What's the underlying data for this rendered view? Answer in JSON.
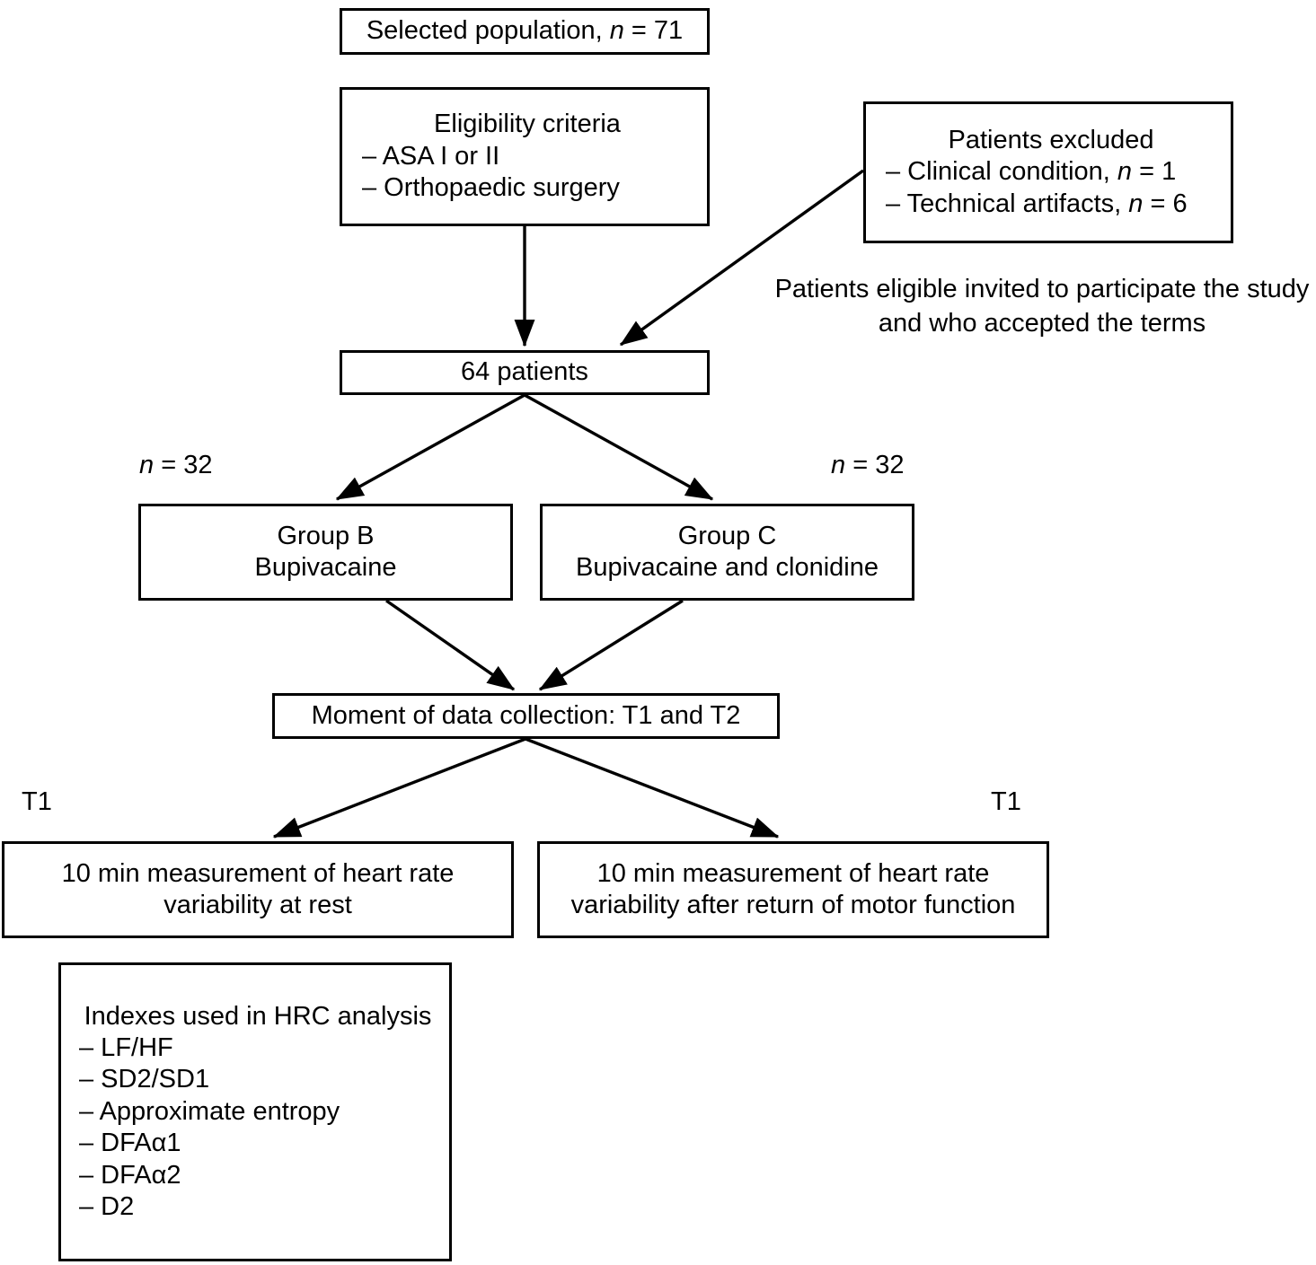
{
  "diagram": {
    "title": "Study flow diagram",
    "stroke_color": "#000000",
    "background_color": "#ffffff",
    "nodes": {
      "selected_population": {
        "text": "Selected population, n = 71"
      },
      "eligibility": {
        "title": "Eligibility criteria",
        "items": [
          "– ASA I or II",
          "– Orthopaedic surgery"
        ]
      },
      "excluded": {
        "title": "Patients excluded",
        "items": [
          "– Clinical condition, n = 1",
          "– Technical artifacts, n = 6"
        ]
      },
      "patients_64": {
        "text": "64 patients"
      },
      "group_b": {
        "line1": "Group B",
        "line2": "Bupivacaine"
      },
      "group_c": {
        "line1": "Group C",
        "line2": "Bupivacaine and clonidine"
      },
      "moment": {
        "text": "Moment of data collection: T1 and T2"
      },
      "measure_rest": {
        "line1": "10 min measurement of heart rate",
        "line2": "variability at rest"
      },
      "measure_motor": {
        "line1": "10 min measurement of heart rate",
        "line2": "variability after return of motor function"
      },
      "indexes": {
        "title": "Indexes used in HRC analysis",
        "items": [
          "– LF/HF",
          "– SD2/SD1",
          "– Approximate entropy",
          "– DFAα1",
          "– DFAα2",
          "– D2"
        ]
      }
    },
    "labels": {
      "n32_left": "n = 32",
      "n32_right": "n = 32",
      "t1_left": "T1",
      "t1_right": "T1",
      "eligible_invited_line1": "Patients eligible invited to participate the study",
      "eligible_invited_line2": "and who accepted the terms"
    }
  }
}
